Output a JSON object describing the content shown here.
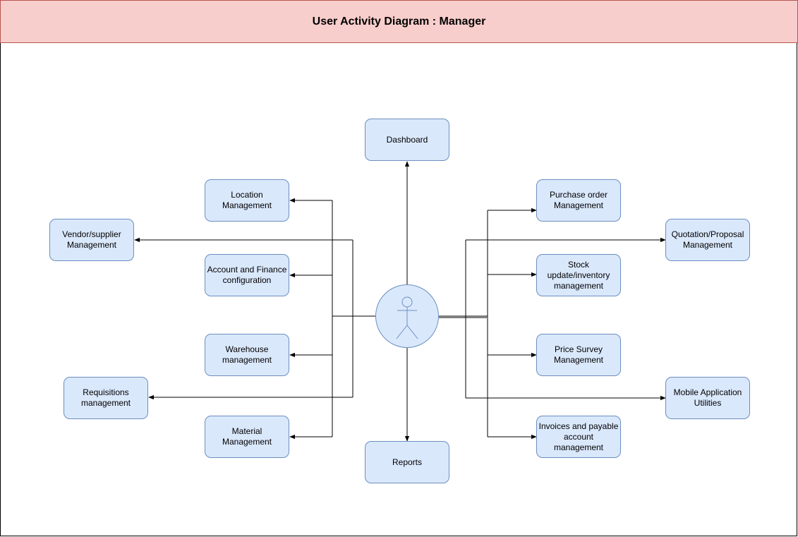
{
  "title": "User Activity Diagram : Manager",
  "colors": {
    "title_fill": "#f8cecc",
    "title_stroke": "#b85450",
    "node_fill": "#dae8fc",
    "node_stroke": "#6c8ebf",
    "edge": "#000000"
  },
  "center": {
    "icon": "user-actor-icon"
  },
  "nodes": {
    "dashboard": "Dashboard",
    "reports": "Reports",
    "location": "Location\nManagement",
    "vendor": "Vendor/supplier\nManagement",
    "account_finance": "Account and Finance\nconfiguration",
    "warehouse": "Warehouse\nmanagement",
    "requisitions": "Requisitions\nmanagement",
    "material": "Material Management",
    "purchase_order": "Purchase order\nManagement",
    "quotation": "Quotation/Proposal\nManagement",
    "stock": "Stock\nupdate/inventory\nmanagement",
    "price_survey": "Price Survey\nManagement",
    "mobile_app": "Mobile Application\nUtilities",
    "invoices": "Invoices and payable\naccount management"
  }
}
